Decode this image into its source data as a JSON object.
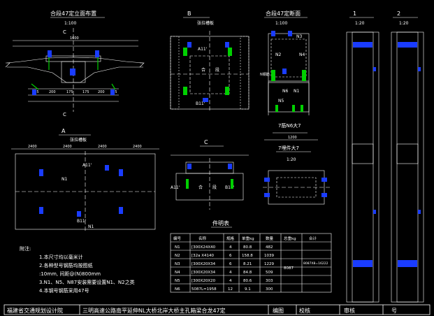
{
  "views": {
    "elevation": {
      "title": "合段47定立面布置",
      "scale": "1:100",
      "dim_top": "1600",
      "dims_mid": [
        "125",
        "200",
        "175",
        "175",
        "200",
        "125"
      ],
      "cut_marks": [
        "C",
        "C"
      ]
    },
    "sectionB": {
      "title": "B",
      "subtitle": "张拉槽板",
      "labels": [
        "A11'",
        "合",
        "段",
        "B11'"
      ]
    },
    "sectionA47": {
      "title": "合段47定断面",
      "scale": "1:100",
      "bars": [
        "N3",
        "N2",
        "N4",
        "N6",
        "N5",
        "N1"
      ],
      "callout": "N钢筋",
      "detail_title": "7筋N6大7",
      "detail_dim": "1200"
    },
    "detail1": {
      "title": "1",
      "scale": "1:20"
    },
    "detail2": {
      "title": "2",
      "scale": "1:20"
    },
    "planA": {
      "title": "A",
      "subtitle": "张拉槽板",
      "dims_top": [
        "2400",
        "2400",
        "2400",
        "2400"
      ],
      "labels": [
        "A11'",
        "N1",
        "B11'",
        "N1"
      ]
    },
    "sectionC": {
      "title": "C",
      "labels": [
        "A11'",
        "合",
        "段",
        "B11'"
      ]
    },
    "embedded": {
      "title": "7埋件大7",
      "scale": "1:20"
    }
  },
  "notes": {
    "heading": "附注:",
    "lines": [
      "1.本尺寸均以毫米计",
      "2.各种型号钢筋均按图纸",
      "  :10mm, 间距@(N)800mm",
      "3.N1、N5、N87安装需要设置N1、N2之类",
      "4.本钢号钢筋采用47号"
    ]
  },
  "table": {
    "title": "件明表",
    "headers": [
      "编号",
      "名称",
      "规格",
      "单重kg",
      "数量",
      "总重kg",
      "合计"
    ],
    "rows": [
      [
        "N1",
        "[300X24X40",
        "4",
        "80.8",
        "482",
        "",
        ""
      ],
      [
        "N2",
        "[32a X4140",
        "6",
        "158.8",
        "1039",
        "",
        ""
      ],
      [
        "N3",
        "[300X20X34",
        "6",
        "8.21",
        "1229",
        "8087",
        "8087X8=16222"
      ],
      [
        "N4",
        "[300X20X34",
        "4",
        "84.8",
        "509",
        "",
        ""
      ],
      [
        "N5",
        "[300X20X20",
        "4",
        "80.6",
        "303",
        "",
        ""
      ],
      [
        "N6",
        "5087L=1958",
        "12",
        "9.1",
        "300",
        "",
        ""
      ]
    ]
  },
  "title_block": {
    "org": "福建省交通规划设计院",
    "project": "三明高速公路南平延伸NL大桥北岸大桥主孔箱梁合龙47定",
    "drawn": "编图",
    "checked": "校核",
    "reviewed": "审核",
    "number": "号"
  }
}
